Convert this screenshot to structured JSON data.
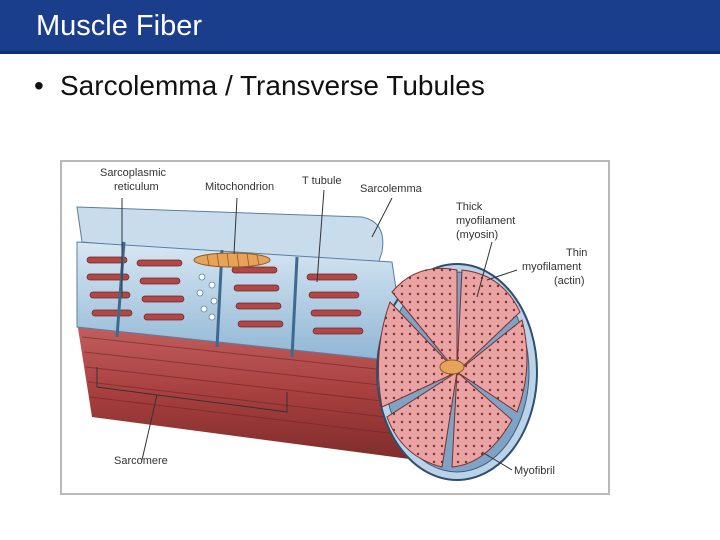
{
  "slide": {
    "title": "Muscle Fiber",
    "bullet_marker": "•",
    "bullet_text": "Sarcolemma / Transverse Tubules"
  },
  "figure": {
    "labels": {
      "sarcoplasmic_1": "Sarcoplasmic",
      "sarcoplasmic_2": "reticulum",
      "mitochondrion": "Mitochondrion",
      "t_tubule": "T tubule",
      "sarcolemma": "Sarcolemma",
      "thick_1": "Thick",
      "thick_2": "myofilament",
      "thick_3": "(myosin)",
      "thin_1": "Thin",
      "thin_2": "myofilament",
      "thin_3": "(actin)",
      "sarcomere": "Sarcomere",
      "myofibril": "Myofibril"
    }
  },
  "colors": {
    "title_bar": "#1a3d8c",
    "muscle": "#b24a4a",
    "reticulum": "#a9c8e0",
    "myofibril_pink": "#e59c9c"
  }
}
